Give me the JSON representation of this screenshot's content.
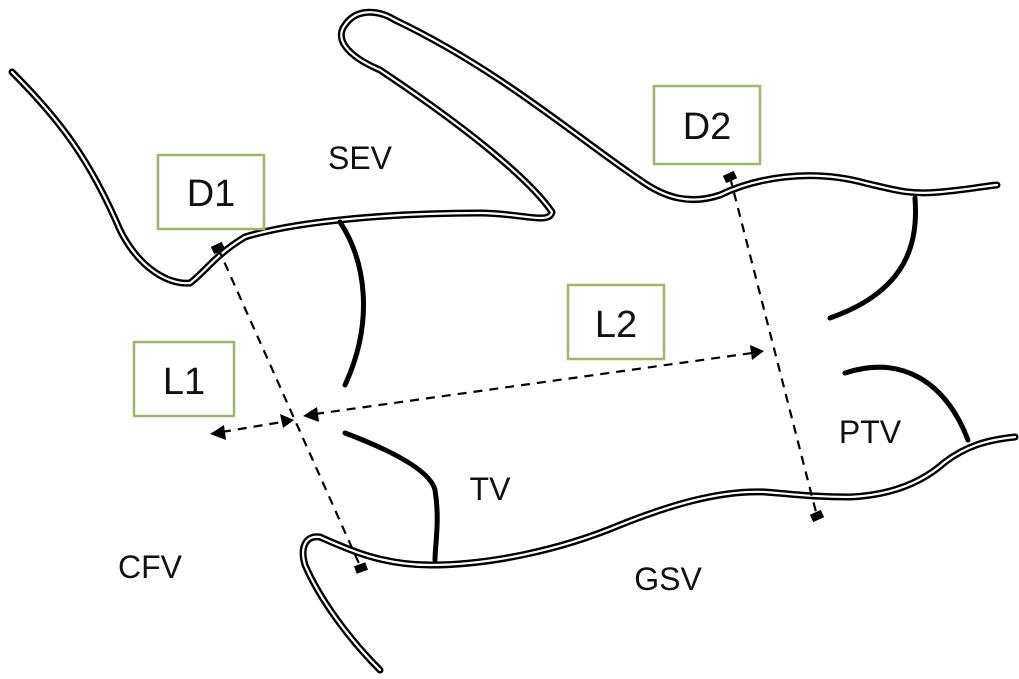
{
  "regions": {
    "sev": "SEV",
    "tv": "TV",
    "cfv": "CFV",
    "gsv": "GSV",
    "ptv": "PTV"
  },
  "measurements": {
    "d1": "D1",
    "d2": "D2",
    "l1": "L1",
    "l2": "L2"
  },
  "colors": {
    "label_box_border": "#9bb86a",
    "vessel": "#000000"
  }
}
